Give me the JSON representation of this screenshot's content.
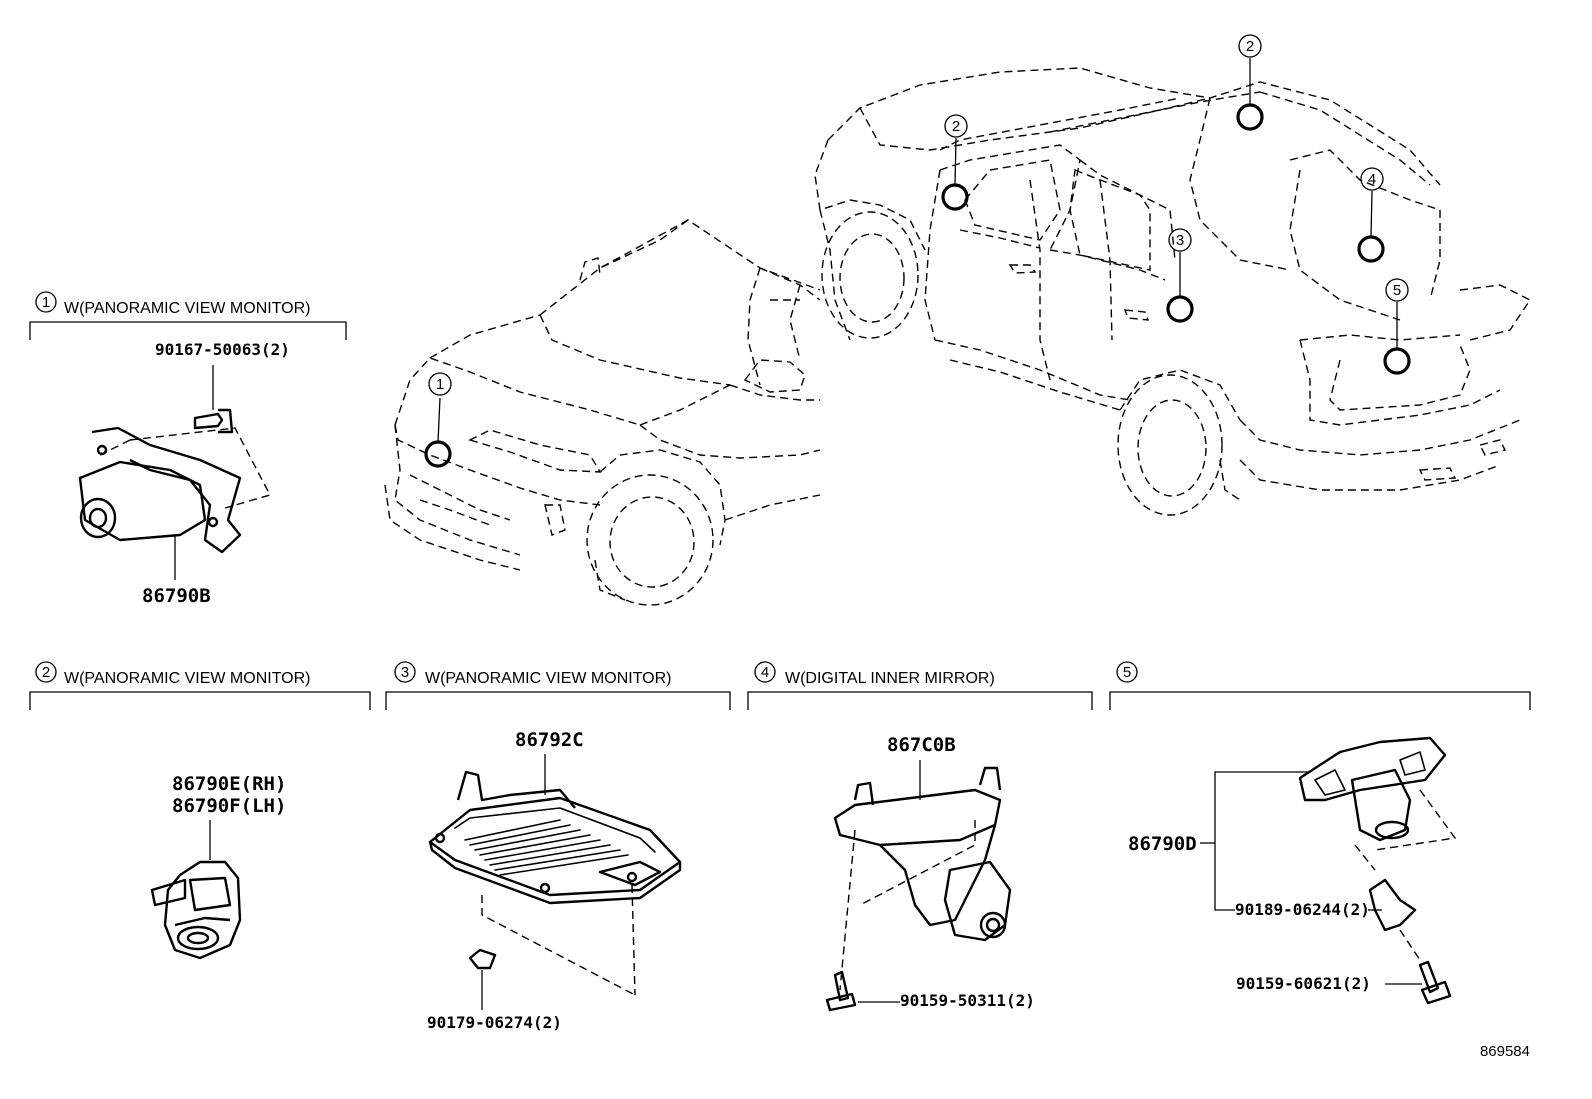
{
  "figure_ref": "869584",
  "sections": [
    {
      "num": "1",
      "title": "W(PANORAMIC VIEW MONITOR)"
    },
    {
      "num": "2",
      "title": "W(PANORAMIC VIEW MONITOR)"
    },
    {
      "num": "3",
      "title": "W(PANORAMIC VIEW MONITOR)"
    },
    {
      "num": "4",
      "title": "W(DIGITAL INNER MIRROR)"
    },
    {
      "num": "5",
      "title": ""
    }
  ],
  "parts": {
    "s1_bolt": "90167-50063(2)",
    "s1_camera": "86790B",
    "s2_camera_rh": "86790E(RH)",
    "s2_camera_lh": "86790F(LH)",
    "s3_ecu": "86792C",
    "s3_clip": "90179-06274(2)",
    "s4_camera": "867C0B",
    "s4_screw": "90159-50311(2)",
    "s5_camera": "86790D",
    "s5_clip": "90189-06244(2)",
    "s5_screw": "90159-60621(2)"
  },
  "callouts": {
    "front_1": "1",
    "rear_2a": "2",
    "rear_2b": "2",
    "rear_3": "3",
    "rear_4": "4",
    "rear_5": "5"
  }
}
